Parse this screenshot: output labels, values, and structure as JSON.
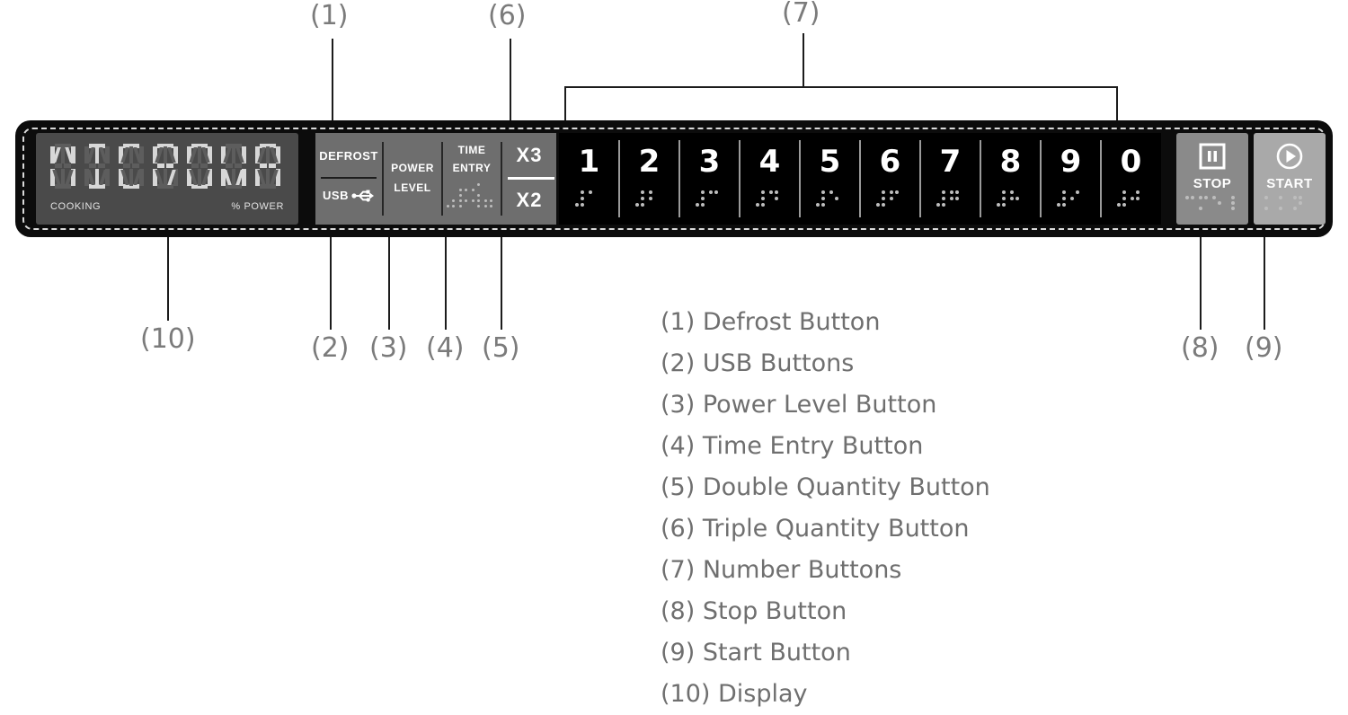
{
  "panel": {
    "display": {
      "text": "MICROWA",
      "label_left": "COOKING",
      "label_right": "%  POWER"
    },
    "function_buttons": {
      "defrost_label": "DEFROST",
      "usb_label": "USB",
      "usb_icon": "usb-icon",
      "power_level_line1": "POWER",
      "power_level_line2": "LEVEL",
      "time_entry_line1": "TIME",
      "time_entry_line2": "ENTRY",
      "triple_label": "X3",
      "double_label": "X2"
    },
    "number_buttons": [
      "1",
      "2",
      "3",
      "4",
      "5",
      "6",
      "7",
      "8",
      "9",
      "0"
    ],
    "actions": {
      "stop_label": "STOP",
      "stop_icon": "pause-square-icon",
      "start_label": "START",
      "start_icon": "play-circle-icon"
    }
  },
  "callouts": {
    "c1": "(1)",
    "c2": "(2)",
    "c3": "(3)",
    "c4": "(4)",
    "c5": "(5)",
    "c6": "(6)",
    "c7": "(7)",
    "c8": "(8)",
    "c9": "(9)",
    "c10": "(10)"
  },
  "legend": [
    "(1) Defrost Button",
    "(2) USB Buttons",
    "(3) Power Level Button",
    "(4) Time Entry Button",
    "(5) Double Quantity Button",
    "(6) Triple Quantity Button",
    "(7) Number Buttons",
    "(8) Stop Button",
    "(9) Start Button",
    "(10) Display"
  ],
  "colors": {
    "panel_bg": "#0c0c0c",
    "display_bg": "#4a4a4a",
    "function_group_bg": "#6e6e6e",
    "keypad_bg": "#000000",
    "stop_bg": "#8a8a8a",
    "start_bg": "#a9a9a9",
    "legend_text": "#6f6f6f",
    "callout_text": "#7b7b7b",
    "leader_line": "#1c1c1c"
  }
}
